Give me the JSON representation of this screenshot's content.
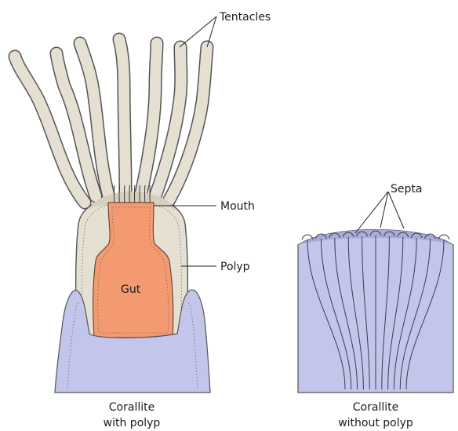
{
  "labels": {
    "tentacles": "Tentacles",
    "mouth": "Mouth",
    "polyp": "Polyp",
    "gut": "Gut",
    "septa": "Septa"
  },
  "captions": {
    "with_polyp": [
      "Corallite",
      "with polyp"
    ],
    "without_polyp": [
      "Corallite",
      "without polyp"
    ]
  },
  "colors": {
    "polyp_tissue": "#e6e0d2",
    "gut": "#f39a70",
    "corallite": "#c3c6ea",
    "septa_lines": "#3c3c52",
    "outline": "#555555"
  }
}
